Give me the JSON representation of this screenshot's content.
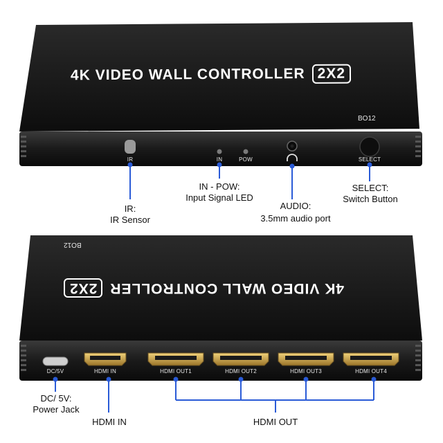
{
  "top_unit": {
    "title": "4K VIDEO WALL CONTROLLER",
    "badge": "2X2",
    "model": "BO12",
    "port_labels": {
      "ir": "IR",
      "in": "IN",
      "pow": "POW",
      "select": "SELECT"
    }
  },
  "top_callouts": {
    "ir": {
      "line1": "IR:",
      "line2": "IR Sensor"
    },
    "in_pow": {
      "line1": "IN - POW:",
      "line2": "Input Signal LED"
    },
    "audio": {
      "line1": "AUDIO:",
      "line2": "3.5mm audio port"
    },
    "select": {
      "line1": "SELECT:",
      "line2": "Switch Button"
    }
  },
  "bottom_unit": {
    "title": "4K VIDEO WALL CONTROLLER",
    "badge": "2X2",
    "model": "BO12",
    "port_labels": {
      "dc": "DC/5V",
      "hdmi_in": "HDMI IN",
      "out1": "HDMI OUT1",
      "out2": "HDMI OUT2",
      "out3": "HDMI OUT3",
      "out4": "HDMI OUT4"
    }
  },
  "bottom_callouts": {
    "dc": {
      "line1": "DC/ 5V:",
      "line2": "Power Jack"
    },
    "hdmi_in": "HDMI IN",
    "hdmi_out": "HDMI OUT"
  },
  "colors": {
    "callout_line": "#2a5bd7",
    "port_gold": "#c9a24a",
    "body": "#1b1b1b",
    "face": "#151515"
  }
}
